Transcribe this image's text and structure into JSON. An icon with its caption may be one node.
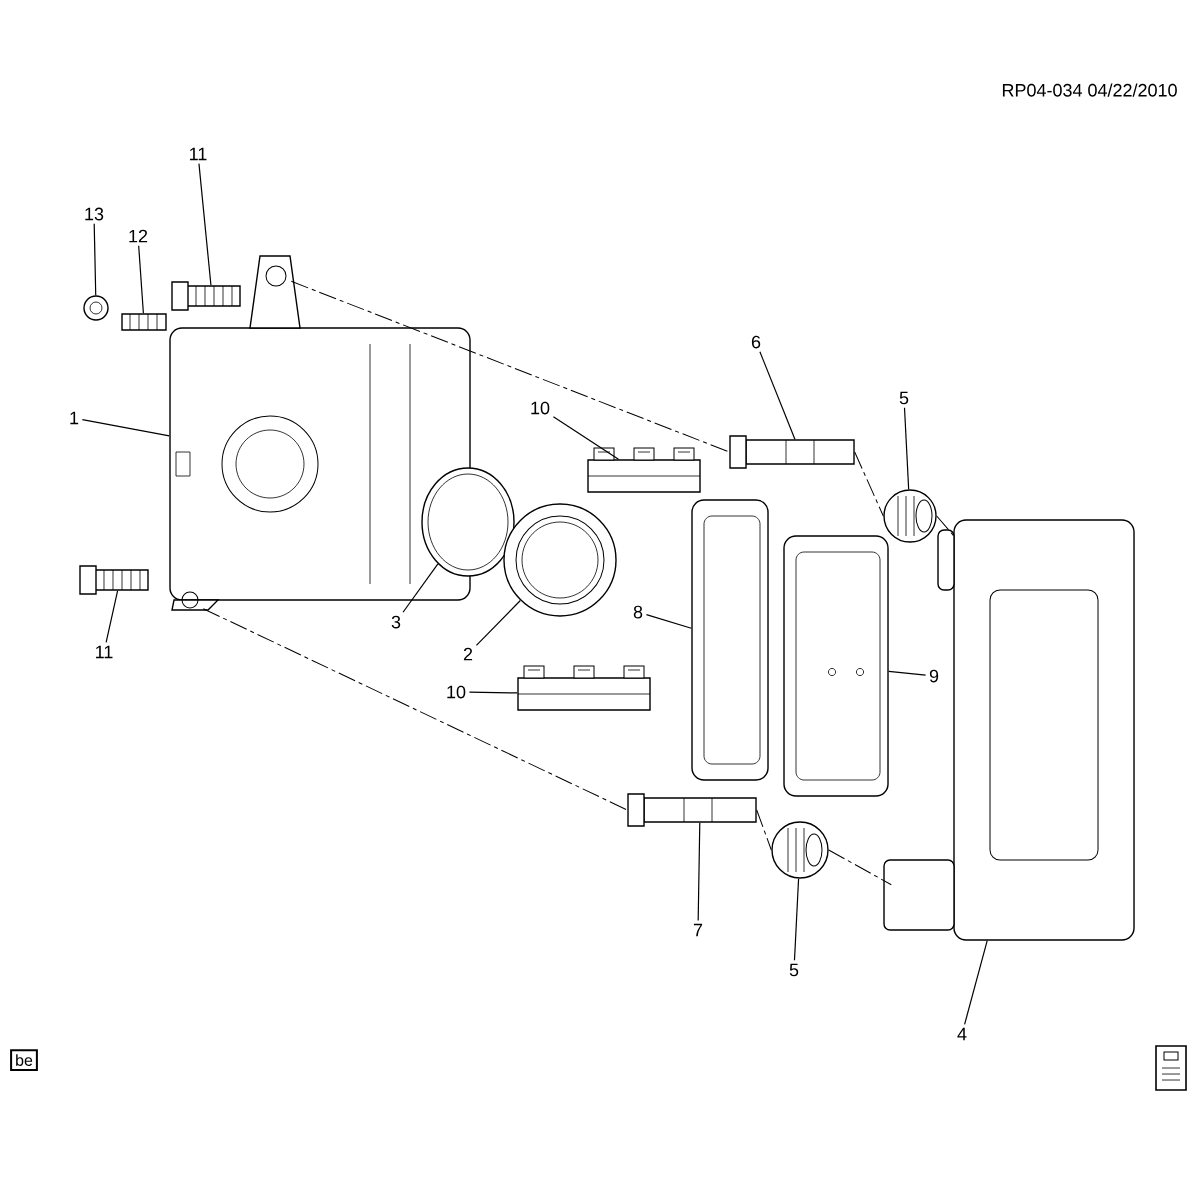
{
  "diagram": {
    "nodes": [
      {
        "text": [
          "11"
        ]
      },
      {
        "text": [],
        "shape": "picture"
      },
      {
        "text": [
          "13"
        ]
      },
      {
        "text": [],
        "shape": "picture"
      },
      {
        "text": [
          "12"
        ]
      },
      {
        "text": [],
        "shape": "picture"
      },
      {
        "text": [
          "1"
        ]
      },
      {
        "text": [],
        "shape": "picture"
      },
      {
        "text": [
          "11"
        ]
      },
      {
        "text": [],
        "shape": "picture"
      },
      {
        "text": [
          "3"
        ]
      },
      {
        "text": [],
        "shape": "picture"
      },
      {
        "text": [
          "2"
        ]
      },
      {
        "text": [],
        "shape": "picture"
      },
      {
        "text": [
          "10"
        ]
      },
      {
        "text": [],
        "shape": "picture"
      },
      {
        "text": [
          "10"
        ]
      },
      {
        "text": [],
        "shape": "picture"
      },
      {
        "text": [
          "6"
        ]
      },
      {
        "text": [],
        "shape": "picture"
      },
      {
        "text": [
          "5"
        ]
      },
      {
        "text": [],
        "shape": "picture"
      },
      {
        "text": [
          "8"
        ]
      },
      {
        "text": [],
        "shape": "picture"
      },
      {
        "text": [
          "9"
        ]
      },
      {
        "text": [],
        "shape": "picture"
      },
      {
        "text": [
          "7"
        ]
      },
      {
        "text": [],
        "shape": "picture"
      },
      {
        "text": [
          "5"
        ]
      },
      {
        "text": [],
        "shape": "picture"
      },
      {
        "text": [
          "4"
        ]
      },
      {
        "text": [],
        "shape": "picture"
      },
      {
        "text": [
          "be"
        ]
      }
    ],
    "edges": [
      {
        "from": 0,
        "to": 1,
        "arrow": "none"
      },
      {
        "from": 2,
        "to": 3,
        "arrow": "none"
      },
      {
        "from": 4,
        "to": 5,
        "arrow": "none"
      },
      {
        "from": 6,
        "to": 7,
        "arrow": "none"
      },
      {
        "from": 8,
        "to": 9,
        "arrow": "none"
      },
      {
        "from": 10,
        "to": 11,
        "arrow": "none"
      },
      {
        "from": 12,
        "to": 13,
        "arrow": "none"
      },
      {
        "from": 14,
        "to": 15,
        "arrow": "none"
      },
      {
        "from": 16,
        "to": 17,
        "arrow": "none"
      },
      {
        "from": 18,
        "to": 19,
        "arrow": "none"
      },
      {
        "from": 20,
        "to": 21,
        "arrow": "none"
      },
      {
        "from": 22,
        "to": 23,
        "arrow": "none"
      },
      {
        "from": 24,
        "to": 25,
        "arrow": "none"
      },
      {
        "from": 26,
        "to": 27,
        "arrow": "none"
      },
      {
        "from": 28,
        "to": 29,
        "arrow": "none"
      },
      {
        "from": 30,
        "to": 31,
        "arrow": "none"
      },
      {
        "from": 7,
        "to": 19,
        "arrow": "none",
        "style": "dashed"
      },
      {
        "from": 19,
        "to": 21,
        "arrow": "none",
        "style": "dashed"
      },
      {
        "from": 21,
        "to": 31,
        "arrow": "none",
        "style": "dashed"
      },
      {
        "from": 7,
        "to": 27,
        "arrow": "none",
        "style": "dashed"
      },
      {
        "from": 27,
        "to": 29,
        "arrow": "none",
        "style": "dashed"
      },
      {
        "from": 29,
        "to": 31,
        "arrow": "none",
        "style": "dashed"
      }
    ],
    "labels": [
      "RP04-034  04/22/2010"
    ]
  }
}
